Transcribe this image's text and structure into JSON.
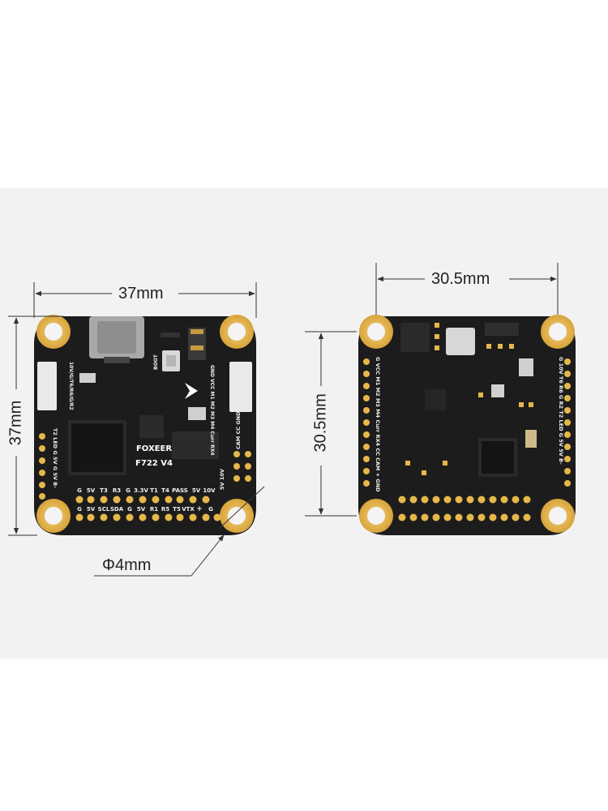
{
  "dimensions": {
    "front_width": "37mm",
    "front_height": "37mm",
    "hole_spacing_horizontal": "30.5mm",
    "hole_spacing_vertical": "30.5mm",
    "hole_diameter": "Φ4mm"
  },
  "front_board": {
    "brand": "FOXEER",
    "model": "F722 V4",
    "boot_label": "BOOT",
    "left_connector_label": "10V/G/T6/R6/G/R2",
    "right_pins": "GND VCC M1 M2 M3 M4 Curr RX4",
    "side_pads_left": "T2 LED G 5V G 5V B-",
    "side_pads_right": "CAM CC GND +",
    "bottom_row1": [
      "G",
      "5V",
      "T3",
      "R3",
      "G",
      "3.3V",
      "T1",
      "T4",
      "PASS",
      "5V",
      "10V"
    ],
    "bottom_row2": [
      "G",
      "5V",
      "SCL",
      "SDA",
      "G",
      "5V",
      "R1",
      "R5",
      "T5",
      "VTX",
      "+",
      "G"
    ],
    "corner_labels": "5V 10V"
  },
  "back_board": {
    "left_labels": "G VCC M1 M2 M3 M4 Curr RX4 CC CAM + GND",
    "right_labels": "G 10V T6 R6 G R2 T2 LED G 5V 5V B-"
  },
  "colors": {
    "pcb": "#1a1a1a",
    "pad": "#e6b84a",
    "background": "#f2f2f2"
  }
}
